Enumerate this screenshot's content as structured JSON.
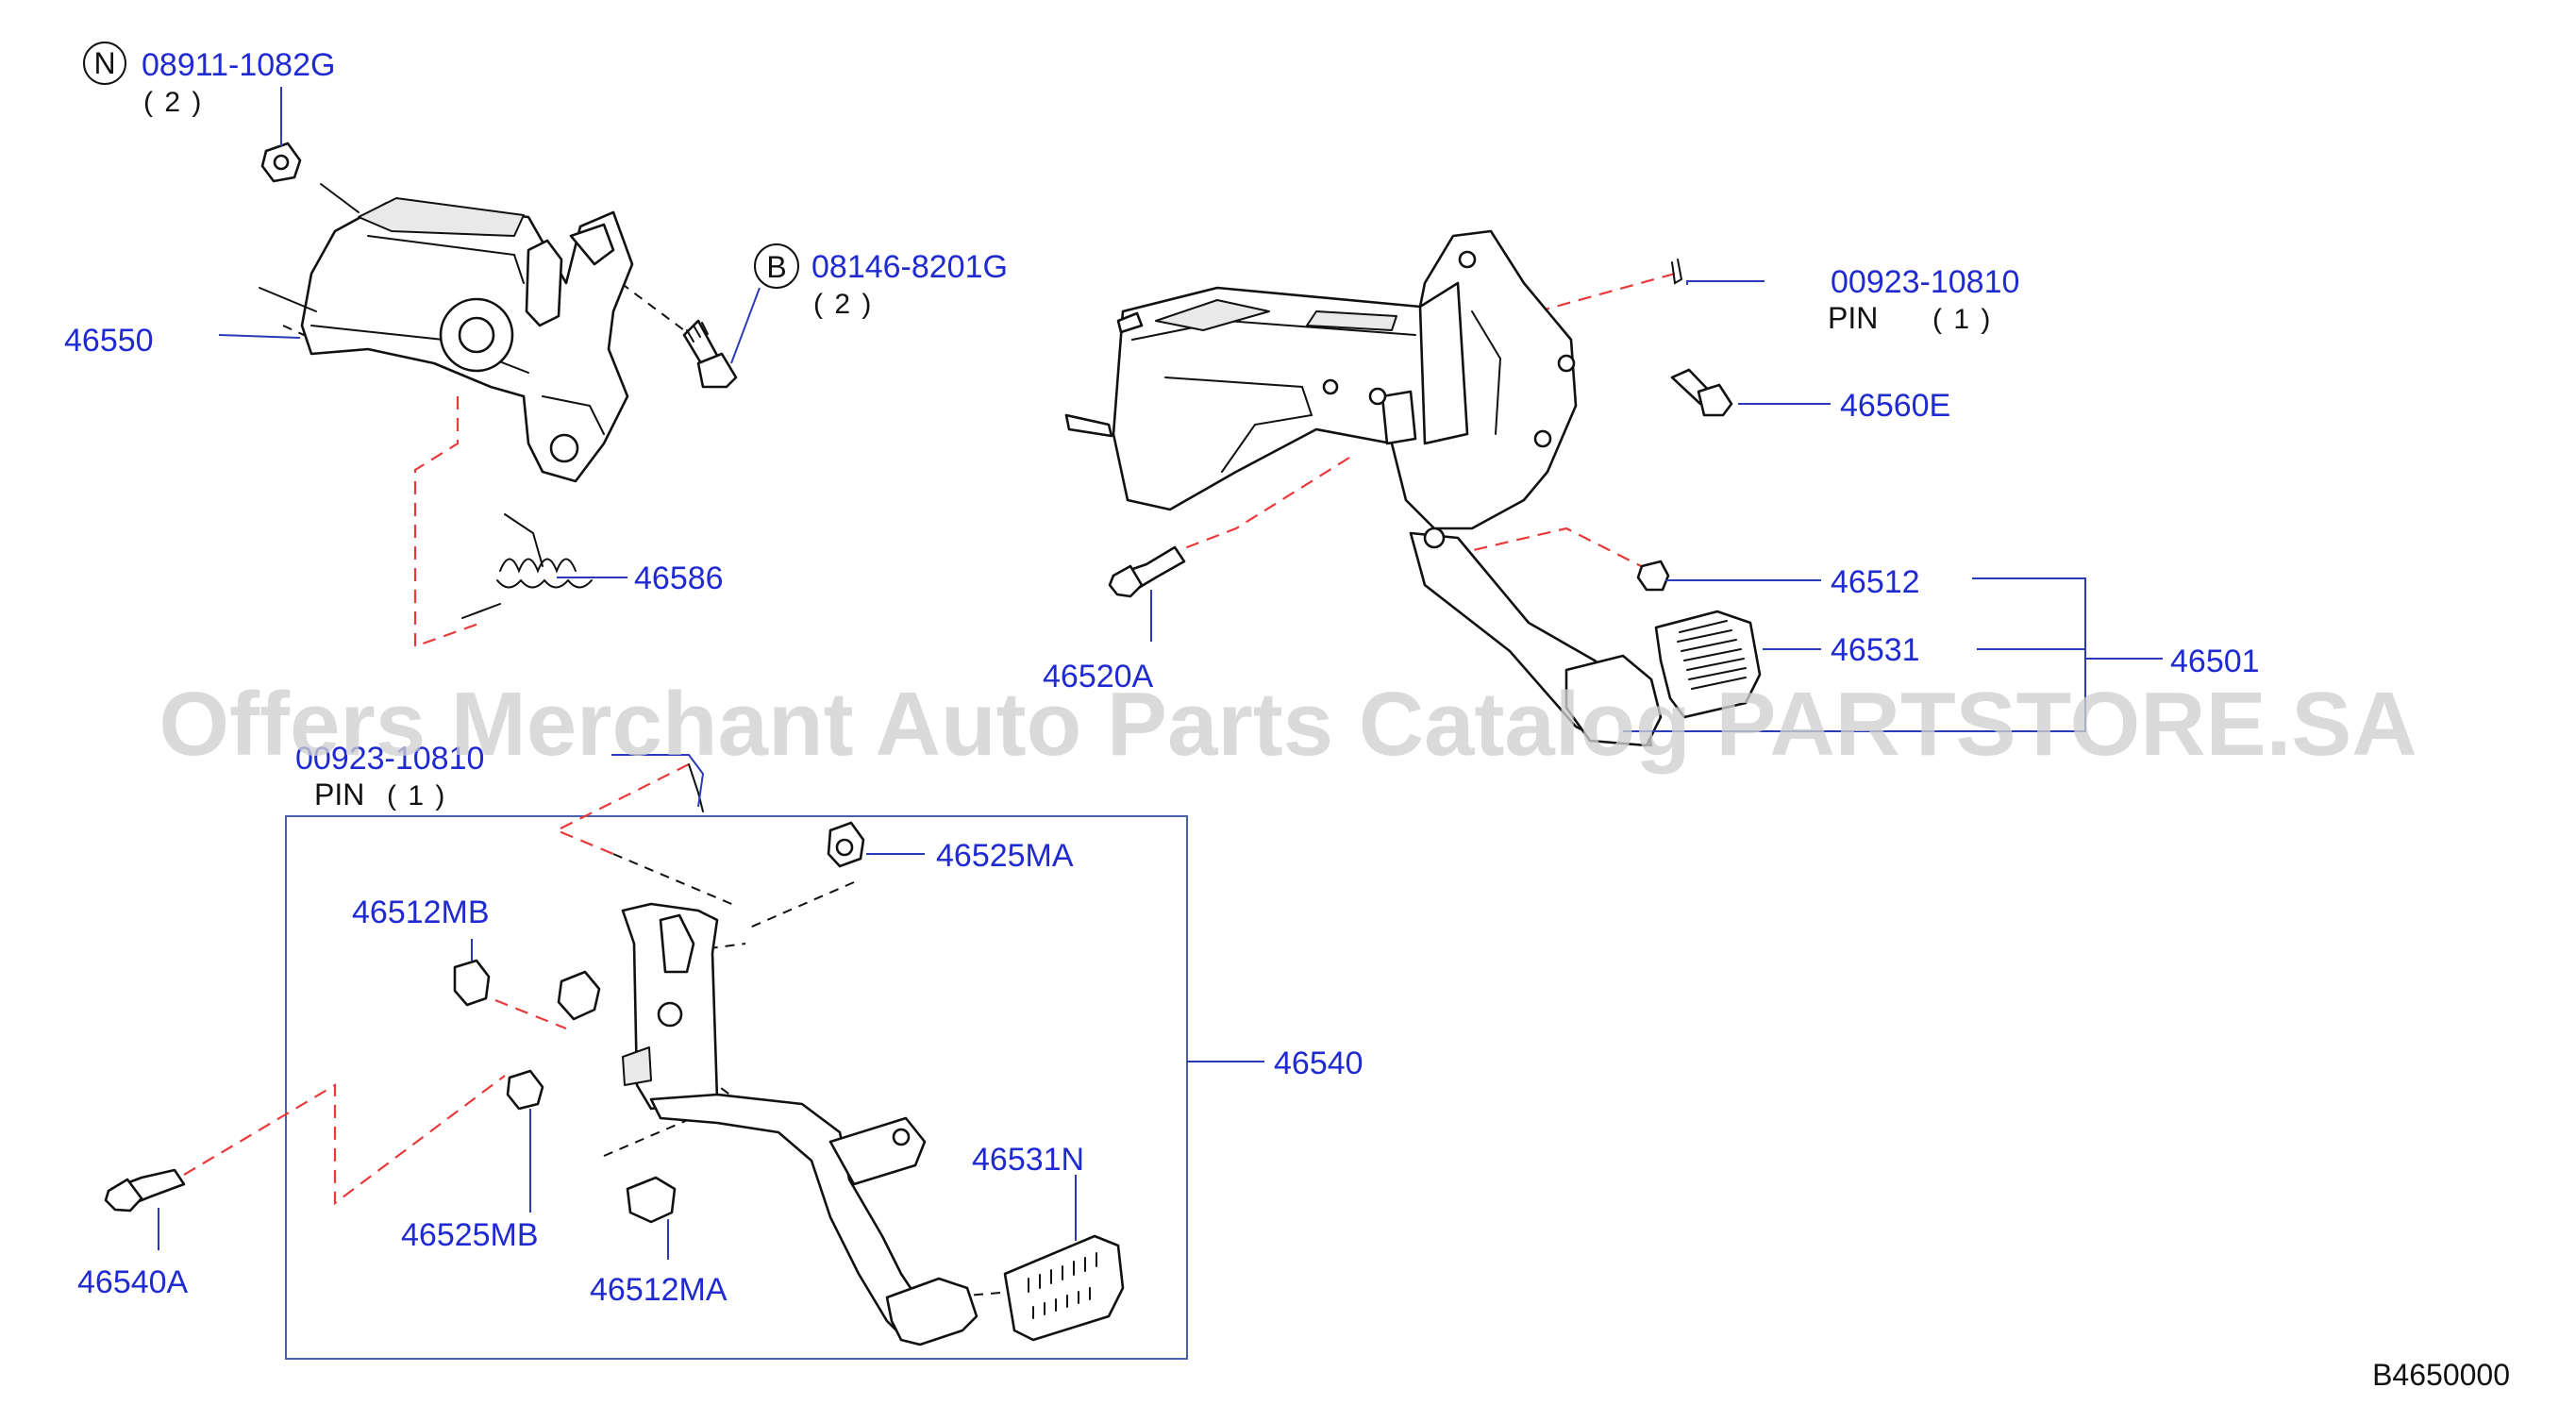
{
  "diagram": {
    "labels": {
      "n_nut": "08911-1082G",
      "n_nut_qty": "( 2 )",
      "b_bolt": "08146-8201G",
      "b_bolt_qty": "( 2 )",
      "bracket": "46550",
      "spring": "46586",
      "pin_upper": "00923-10810",
      "pin_upper_kind": "PIN",
      "pin_upper_qty": "( 1 )",
      "bolt_46560e": "46560E",
      "stop_46512": "46512",
      "pad_46531": "46531",
      "pedal_assy_46501": "46501",
      "bolt_46520a": "46520A",
      "pin_lower": "00923-10810",
      "pin_lower_kind": "PIN",
      "pin_lower_qty": "( 1 )",
      "bush_46525ma": "46525MA",
      "stop_46512mb": "46512MB",
      "pedal_assy_46540": "46540",
      "pad_46531n": "46531N",
      "bolt_46540a": "46540A",
      "bush_46525mb": "46525MB",
      "stop_46512ma": "46512MA",
      "catalog_code": "B4650000"
    },
    "callouts": {
      "n": "N",
      "b": "B"
    },
    "watermark": "Offers Merchant Auto Parts Catalog PARTSTORE.SA"
  },
  "colors": {
    "part_number": "#1f2bd1",
    "leader": "#2a3bb8",
    "dashed_assembly": "#e83a3a",
    "watermark": "#cfcfcf"
  }
}
